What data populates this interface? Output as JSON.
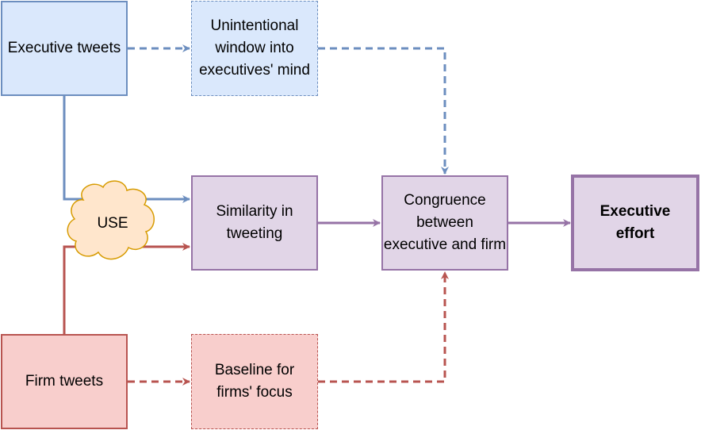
{
  "nodes": {
    "executive_tweets": "Executive tweets",
    "unintentional_window": "Unintentional window into executives' mind",
    "similarity": "Similarity in tweeting",
    "congruence": "Congruence between executive and firm",
    "executive_effort": "Executive effort",
    "firm_tweets": "Firm tweets",
    "baseline": "Baseline for firms' focus",
    "use": "USE"
  },
  "colors": {
    "blue_fill": "#dae8fc",
    "blue_stroke": "#6c8ebf",
    "purple_fill": "#e1d5e7",
    "purple_stroke": "#9673a6",
    "red_fill": "#f8cecc",
    "red_stroke": "#b85450",
    "cloud_fill": "#ffe6cc",
    "cloud_stroke": "#d79b00"
  }
}
